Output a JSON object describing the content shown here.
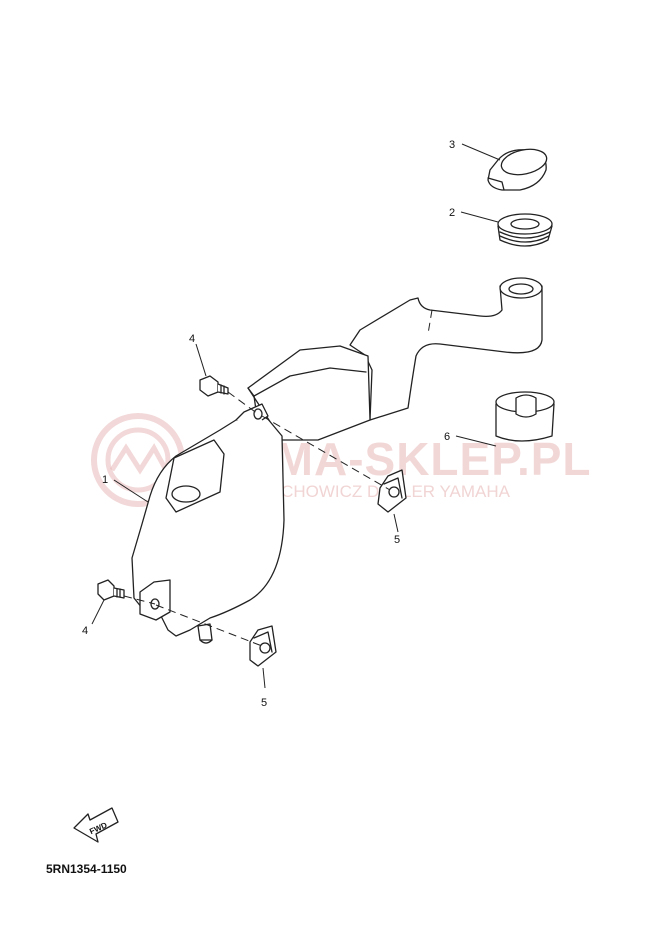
{
  "watermark": {
    "brand": "YAMA-SKLEP.PL",
    "dealer": "WOJCIECHOWICZ DEALER YAMAHA",
    "color": "#e8b8b8"
  },
  "callouts": {
    "c1": "1",
    "c2": "2",
    "c3": "3",
    "c4a": "4",
    "c4b": "4",
    "c5a": "5",
    "c5b": "5",
    "c6": "6"
  },
  "fwd_label": "FWD",
  "part_code": "5RN1354-1150"
}
